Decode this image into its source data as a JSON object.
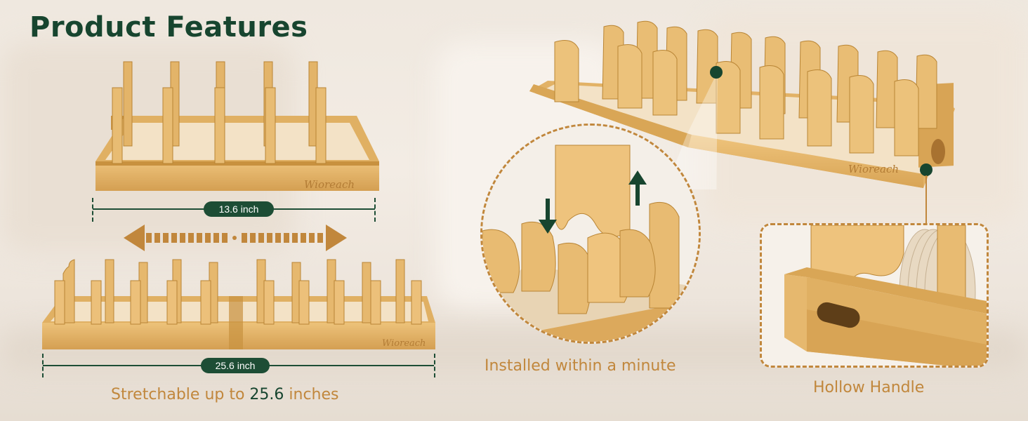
{
  "title": "Product Features",
  "dimensions": {
    "closed": "13.6 inch",
    "extended": "25.6 inch"
  },
  "captions": {
    "stretch_prefix": "Stretchable up to ",
    "stretch_value": "25.6",
    "stretch_suffix": " inches",
    "install": "Installed within a minute",
    "handle": "Hollow Handle"
  },
  "brand_mark": "Wioreach",
  "colors": {
    "title_green": "#17452f",
    "caption_gold": "#c1873c",
    "bamboo": "#e0b063",
    "bamboo_dark": "#b98535"
  },
  "icons": [
    "double-arrow-icon",
    "down-arrow-icon",
    "up-arrow-icon"
  ]
}
